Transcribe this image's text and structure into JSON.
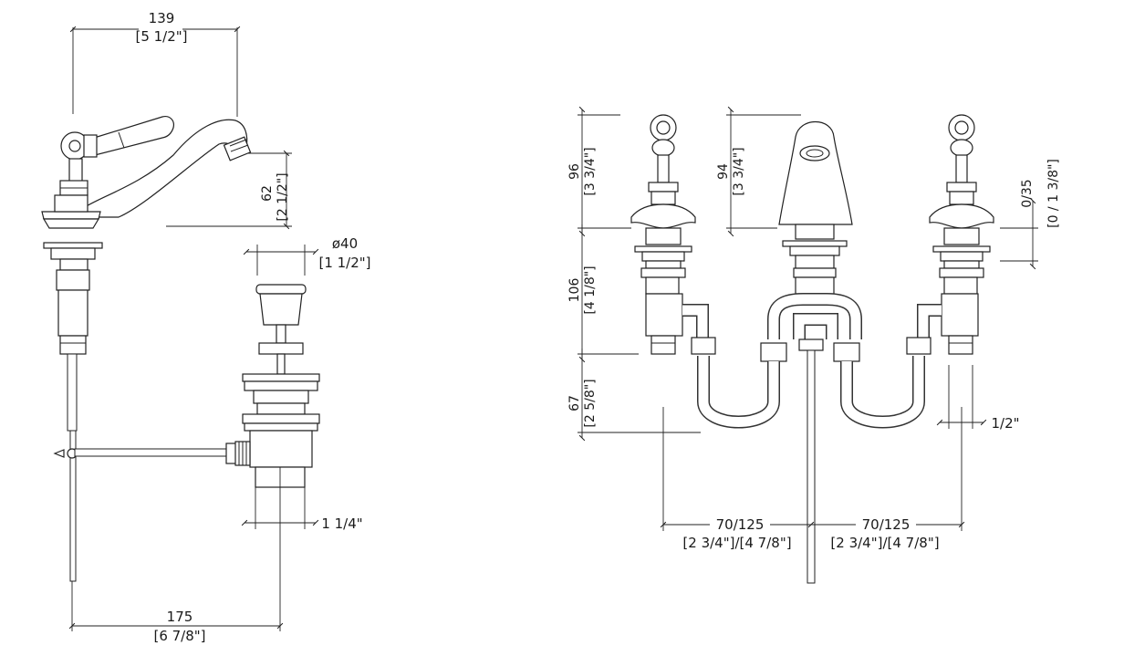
{
  "title": "",
  "side_view": {
    "dim_spout_reach": {
      "metric": "139",
      "imperial": "[5 1/2\"]"
    },
    "dim_spout_height": {
      "metric": "62",
      "imperial": "[2 1/2\"]"
    },
    "dim_popup_diameter": {
      "metric": "ø40",
      "imperial": "[1 1/2\"]"
    },
    "dim_waste_outlet": {
      "metric": "",
      "imperial": "1 1/4\""
    },
    "dim_rod_to_waste": {
      "metric": "175",
      "imperial": "[6 7/8\"]"
    }
  },
  "front_view": {
    "dim_handle_height": {
      "metric": "96",
      "imperial": "[3 3/4\"]"
    },
    "dim_spout_height": {
      "metric": "94",
      "imperial": "[3 3/4\"]"
    },
    "dim_deck_thickness": {
      "metric": "0/35",
      "imperial": "[0 / 1 3/8\"]"
    },
    "dim_shank_length": {
      "metric": "106",
      "imperial": "[4 1/8\"]"
    },
    "dim_hose_drop": {
      "metric": "67",
      "imperial": "[2 5/8\"]"
    },
    "dim_inlet_thread": {
      "metric": "",
      "imperial": "1/2\""
    },
    "dim_centers_left": {
      "metric": "70/125",
      "imperial": "[2 3/4\"]/[4 7/8\"]"
    },
    "dim_centers_right": {
      "metric": "70/125",
      "imperial": "[2 3/4\"]/[4 7/8\"]"
    }
  }
}
